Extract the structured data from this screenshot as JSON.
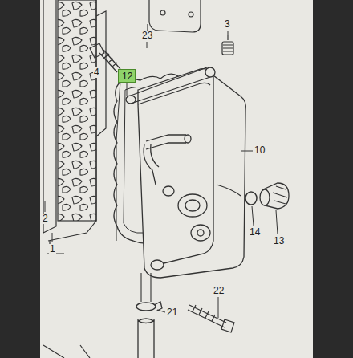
{
  "diagram": {
    "nodes": [
      {
        "text": [
          "12"
        ]
      }
    ],
    "labels": [
      "23",
      "3",
      "4",
      "10",
      "14",
      "13",
      "22",
      "21",
      "2",
      "1"
    ]
  }
}
